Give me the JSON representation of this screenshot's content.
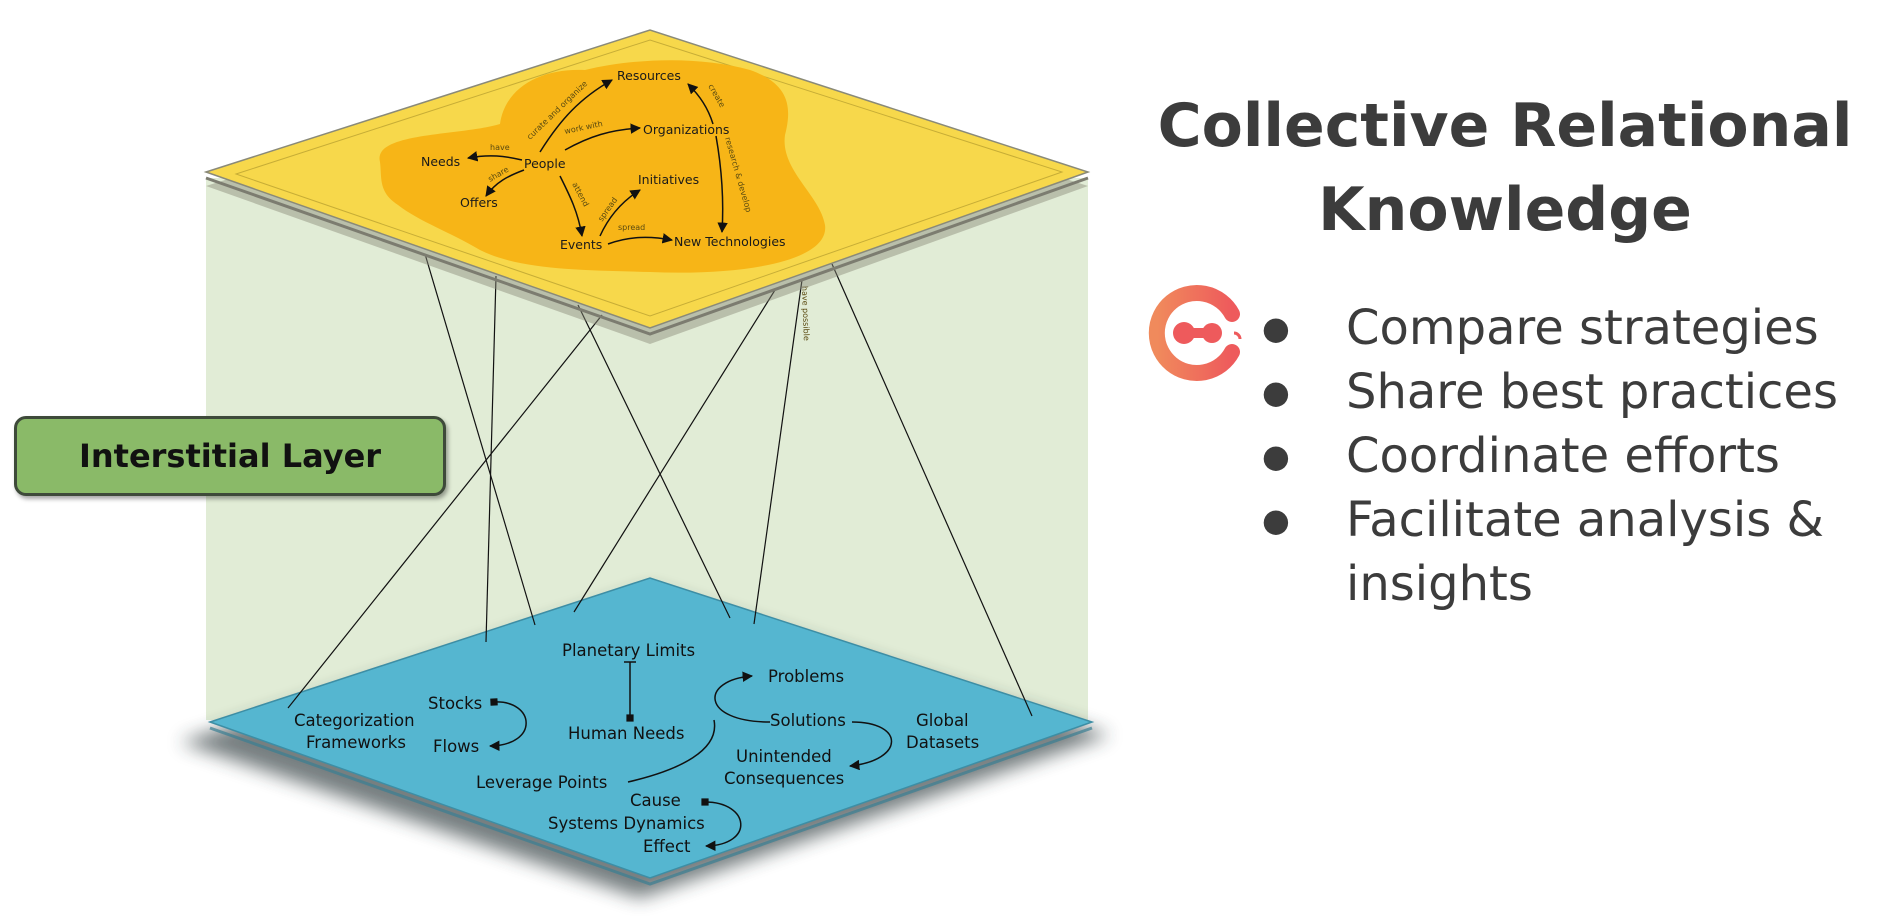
{
  "title": {
    "line1": "Collective Relational",
    "line2": "Knowledge"
  },
  "bullets": [
    {
      "text": "Compare strategies"
    },
    {
      "text": "Share best practices"
    },
    {
      "text": "Coordinate efforts"
    },
    {
      "text": "Facilitate analysis & insights"
    }
  ],
  "interstitial_label": "Interstitial Layer",
  "top_layer": {
    "nodes": {
      "resources": "Resources",
      "organizations": "Organizations",
      "needs": "Needs",
      "people": "People",
      "offers": "Offers",
      "initiatives": "Initiatives",
      "events": "Events",
      "new_technologies": "New Technologies"
    },
    "edges": {
      "curate": "curate and organize",
      "work_with": "work with",
      "have": "have",
      "share": "share",
      "attend": "attend",
      "spread1": "spread",
      "spread2": "spread",
      "create": "create",
      "research": "research & develop"
    }
  },
  "interstitial_edge": "have possible",
  "bottom_layer": {
    "planetary_limits": "Planetary Limits",
    "human_needs": "Human Needs",
    "stocks": "Stocks",
    "flows": "Flows",
    "categorization1": "Categorization",
    "categorization2": "Frameworks",
    "problems": "Problems",
    "solutions": "Solutions",
    "unintended1": "Unintended",
    "unintended2": "Consequences",
    "global1": "Global",
    "global2": "Datasets",
    "leverage": "Leverage Points",
    "cause": "Cause",
    "systems": "Systems Dynamics",
    "effect": "Effect"
  },
  "colors": {
    "top_plane": "#f7d84b",
    "top_blob": "#f7b517",
    "bottom_plane": "#55b6d0",
    "interstitial_fill": "#e1ecd6",
    "badge": "#8aba68",
    "logo": "#ef6b55",
    "title": "#3c3c3c"
  }
}
